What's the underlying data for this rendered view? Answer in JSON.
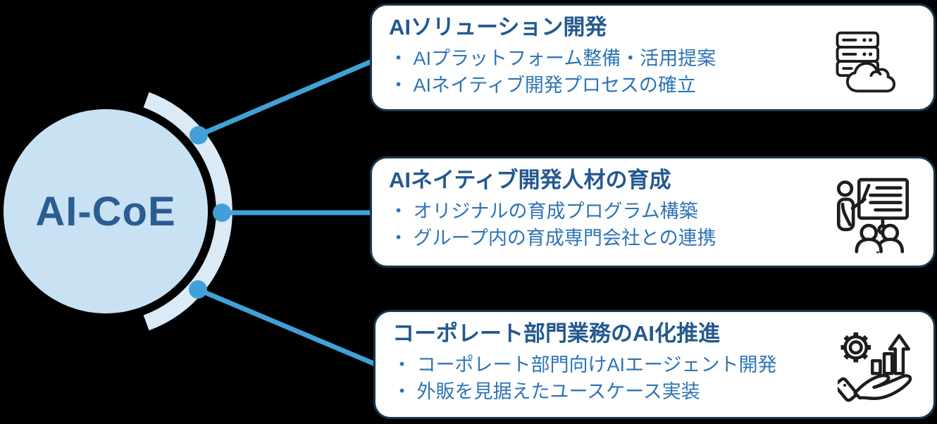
{
  "center": {
    "label": "AI-CoE"
  },
  "colors": {
    "hub_fill": "#c8e2f3",
    "hub_text": "#2b5d92",
    "arc_fill": "#dbeaf7",
    "connector": "#3fa1d8",
    "card_border": "#17384e",
    "card_title": "#24588f",
    "card_bullet": "#2e74b5",
    "icon_stroke": "#1d1d1b"
  },
  "cards": [
    {
      "title": "AIソリューション開発",
      "bullets": [
        "・ AIプラットフォーム整備・活用提案",
        "・ AIネイティブ開発プロセスの確立"
      ],
      "icon": "server-cloud-icon"
    },
    {
      "title": "AIネイティブ開発人材の育成",
      "bullets": [
        "・ オリジナルの育成プログラム構築",
        "・ グループ内の育成専門会社との連携"
      ],
      "icon": "training-presentation-icon"
    },
    {
      "title": "コーポレート部門業務のAI化推進",
      "bullets": [
        "・ コーポレート部門向けAIエージェント開発",
        "・ 外販を見据えたユースケース実装"
      ],
      "icon": "hand-gear-growth-icon"
    }
  ]
}
